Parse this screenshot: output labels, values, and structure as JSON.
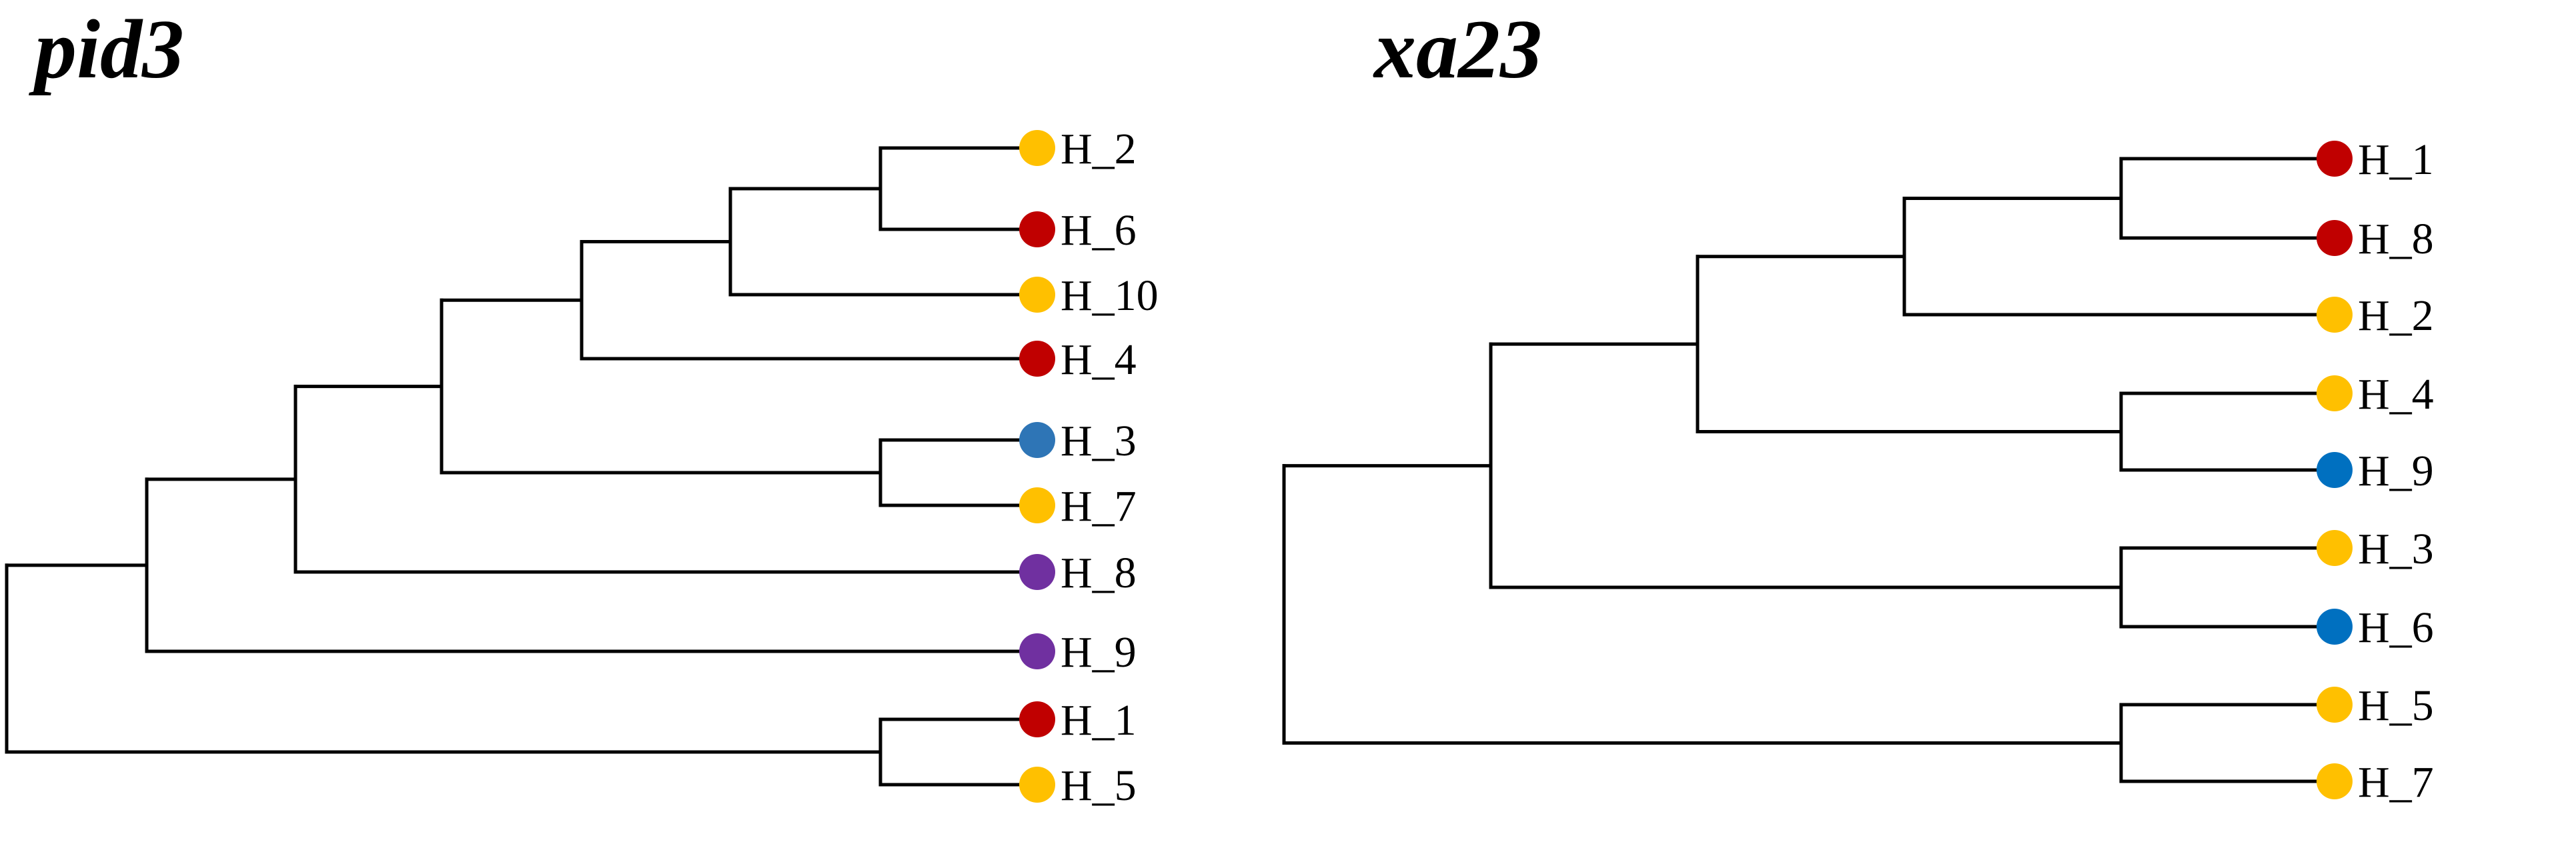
{
  "trees": [
    {
      "title": "pid3",
      "colors": {
        "red": "#C00000",
        "yellow": "#FFC000",
        "blue": "#2E75B6",
        "purple": "#7030A0"
      },
      "tips": [
        {
          "label": "H_2",
          "color": "yellow"
        },
        {
          "label": "H_6",
          "color": "red"
        },
        {
          "label": "H_10",
          "color": "yellow"
        },
        {
          "label": "H_4",
          "color": "red"
        },
        {
          "label": "H_3",
          "color": "blue"
        },
        {
          "label": "H_7",
          "color": "yellow"
        },
        {
          "label": "H_8",
          "color": "purple"
        },
        {
          "label": "H_9",
          "color": "purple"
        },
        {
          "label": "H_1",
          "color": "red"
        },
        {
          "label": "H_5",
          "color": "yellow"
        }
      ],
      "topology": "((((((H_2,H_6),H_10),H_4),(H_3,H_7)),H_8),H_9),(H_1,H_5))"
    },
    {
      "title": "xa23",
      "colors": {
        "red": "#C00000",
        "yellow": "#FFC000",
        "blue": "#0070C0"
      },
      "tips": [
        {
          "label": "H_1",
          "color": "red"
        },
        {
          "label": "H_8",
          "color": "red"
        },
        {
          "label": "H_2",
          "color": "yellow"
        },
        {
          "label": "H_4",
          "color": "yellow"
        },
        {
          "label": "H_9",
          "color": "blue"
        },
        {
          "label": "H_3",
          "color": "yellow"
        },
        {
          "label": "H_6",
          "color": "blue"
        },
        {
          "label": "H_5",
          "color": "yellow"
        },
        {
          "label": "H_7",
          "color": "yellow"
        }
      ],
      "topology": "((((H_1,H_8),H_2),(H_4,H_9)),(H_3,H_6)),(H_5,H_7))"
    }
  ]
}
